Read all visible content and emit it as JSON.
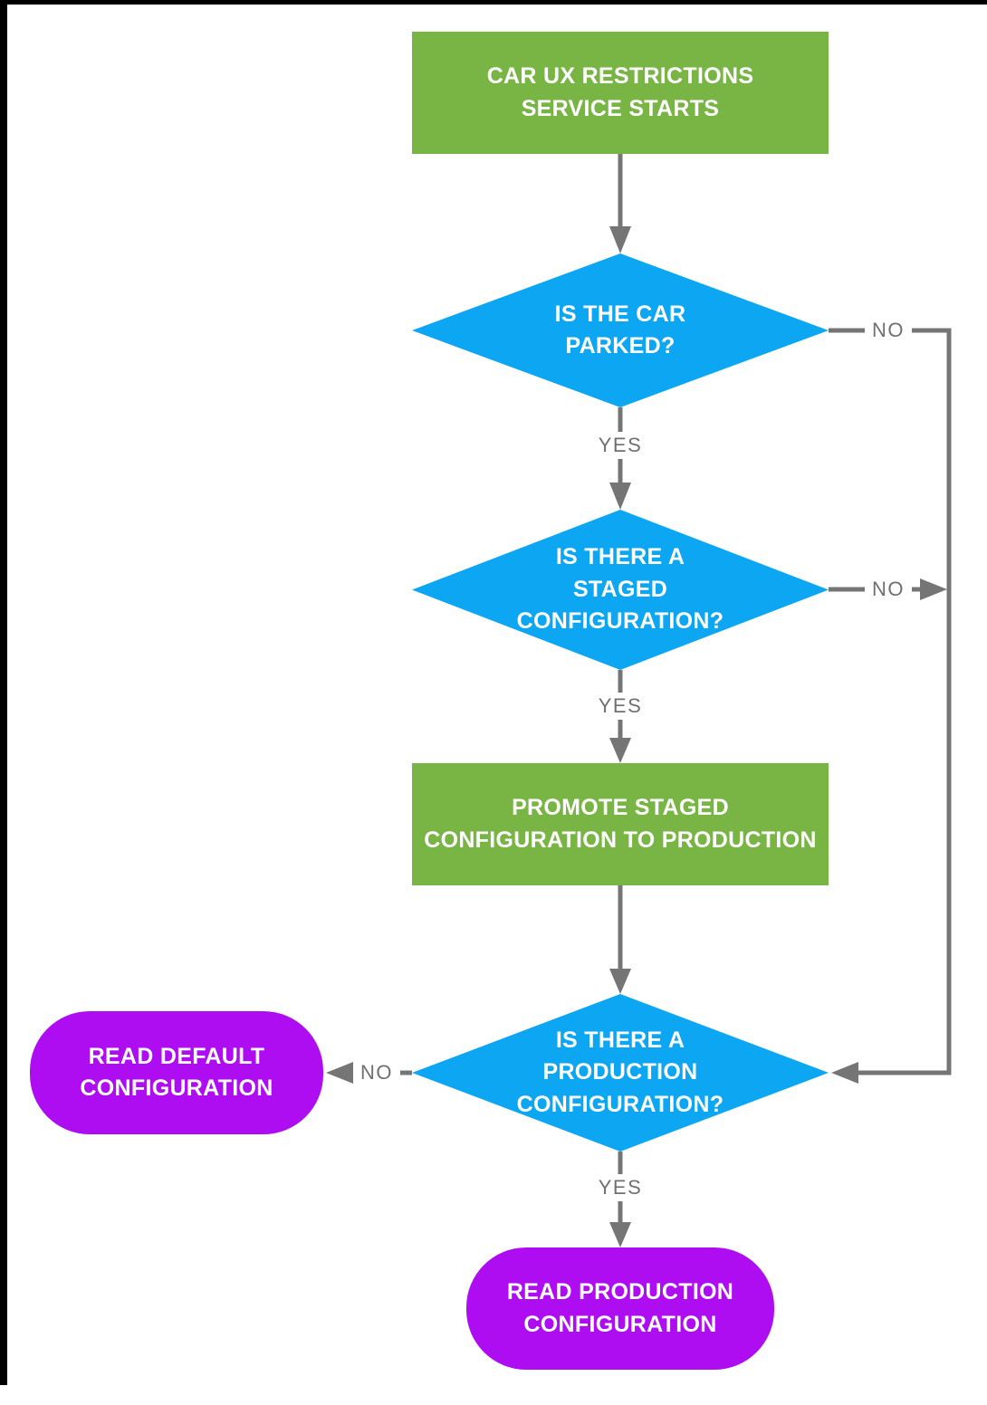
{
  "flowchart": {
    "colors": {
      "process_green": "#78B544",
      "decision_blue": "#0DA6F2",
      "terminator_purple": "#AD0DF0",
      "connector_gray": "#757575",
      "edge_label_gray": "#707070",
      "frame_black": "#000000"
    },
    "nodes": {
      "start": {
        "type": "process",
        "label": "CAR UX RESTRICTIONS\nSERVICE STARTS"
      },
      "parked": {
        "type": "decision",
        "label": "IS THE CAR\nPARKED?"
      },
      "staged": {
        "type": "decision",
        "label": "IS THERE A\nSTAGED\nCONFIGURATION?"
      },
      "promote": {
        "type": "process",
        "label": "PROMOTE STAGED\nCONFIGURATION TO PRODUCTION"
      },
      "production": {
        "type": "decision",
        "label": "IS THERE A\nPRODUCTION\nCONFIGURATION?"
      },
      "read_default": {
        "type": "terminator",
        "label": "READ DEFAULT\nCONFIGURATION"
      },
      "read_production": {
        "type": "terminator",
        "label": "READ PRODUCTION\nCONFIGURATION"
      }
    },
    "edges": {
      "parked_yes": {
        "label": "YES"
      },
      "parked_no": {
        "label": "NO"
      },
      "staged_yes": {
        "label": "YES"
      },
      "staged_no": {
        "label": "NO"
      },
      "production_yes": {
        "label": "YES"
      },
      "production_no": {
        "label": "NO"
      }
    }
  }
}
